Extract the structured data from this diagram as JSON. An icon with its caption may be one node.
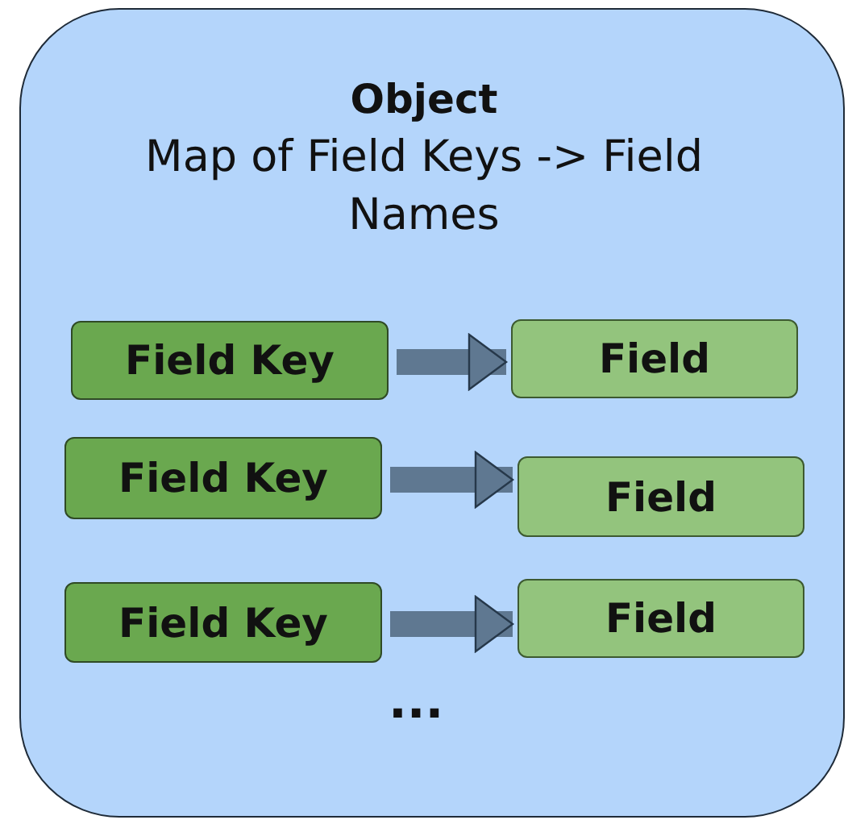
{
  "diagram": {
    "nodes": [
      {
        "text": [
          "Object",
          "Map of Field Keys -> Field Names"
        ]
      },
      {
        "text": [
          "Field Key"
        ],
        "in": 0
      },
      {
        "text": [
          "Field"
        ],
        "in": 0
      },
      {
        "text": [
          "Field Key"
        ],
        "in": 0
      },
      {
        "text": [
          "Field"
        ],
        "in": 0
      },
      {
        "text": [
          "Field Key"
        ],
        "in": 0
      },
      {
        "text": [
          "Field"
        ],
        "in": 0
      }
    ],
    "edges": [
      {
        "from": 1,
        "to": 2,
        "arrow": "to"
      },
      {
        "from": 3,
        "to": 4,
        "arrow": "to"
      },
      {
        "from": 5,
        "to": 6,
        "arrow": "to"
      }
    ],
    "labels": [
      "..."
    ]
  }
}
